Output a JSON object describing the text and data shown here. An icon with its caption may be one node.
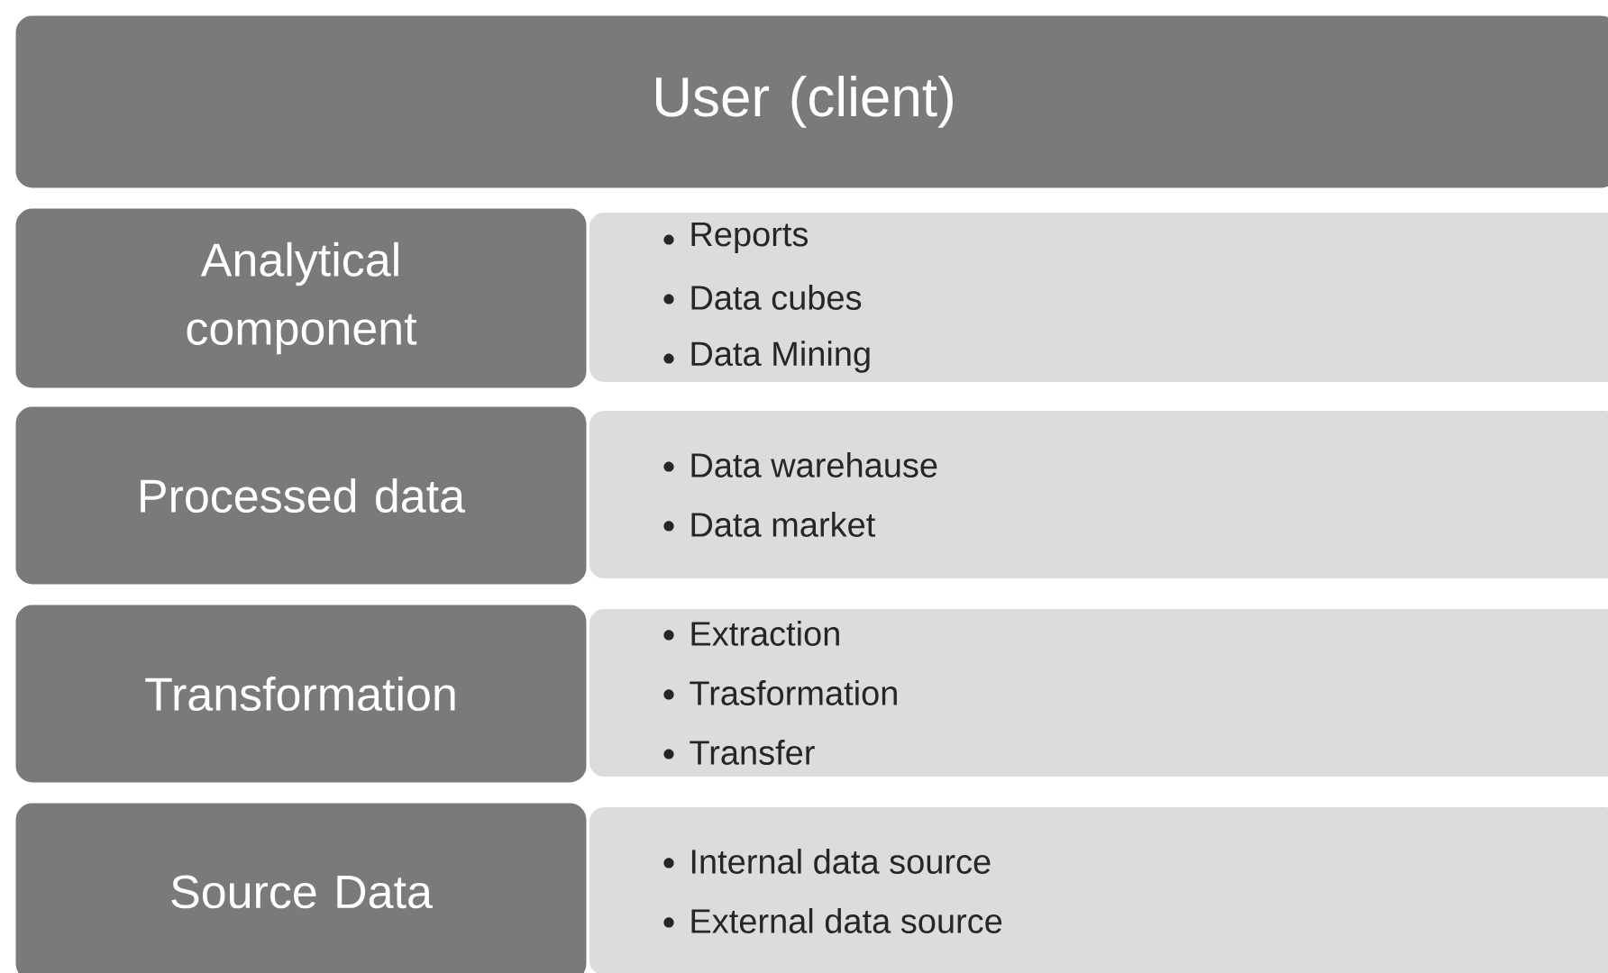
{
  "diagram": {
    "nodes": [
      {
        "text": [
          "User (client)"
        ]
      },
      {
        "text": [
          "Analytical component"
        ]
      },
      {
        "text": [
          "Reports",
          "Data cubes",
          "Data Mining"
        ]
      },
      {
        "text": [
          "Processed data"
        ]
      },
      {
        "text": [
          "Data warehause",
          "Data market"
        ]
      },
      {
        "text": [
          "Transformation"
        ]
      },
      {
        "text": [
          "Extraction",
          "Trasformation",
          "Transfer"
        ]
      },
      {
        "text": [
          "Source Data"
        ]
      },
      {
        "text": [
          "Internal data source",
          "External data source"
        ]
      }
    ]
  }
}
